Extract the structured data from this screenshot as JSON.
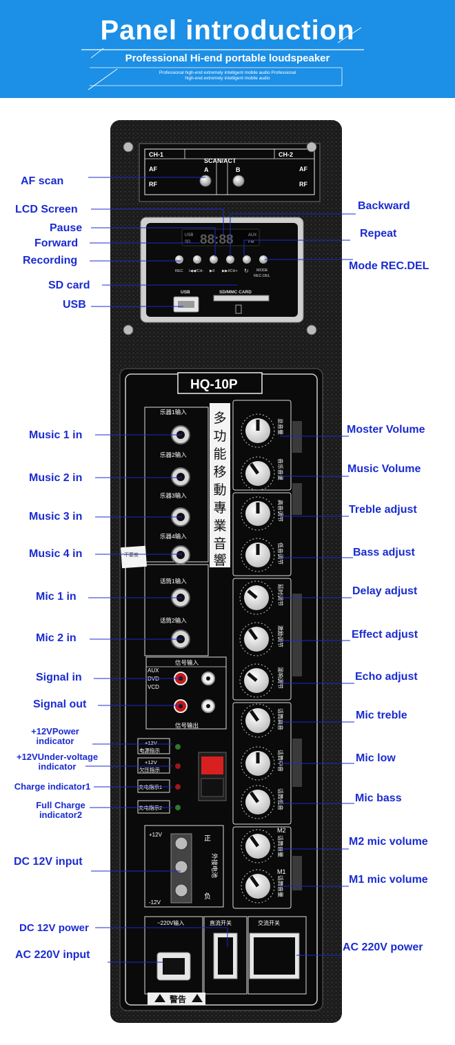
{
  "banner": {
    "title": "Panel introduction",
    "subtitle": "Professional Hi-end portable loudspeaker",
    "small_line1": "Professional high-end extremely intelligent mobile audio Professional",
    "small_line2": "high-end extremely intelligent mobile audio"
  },
  "labels": {
    "af_scan": "AF scan",
    "lcd_screen": "LCD Screen",
    "pause": "Pause",
    "forward": "Forward",
    "recording": "Recording",
    "sd_card": "SD card",
    "usb": "USB",
    "backward": "Backward",
    "repeat": "Repeat",
    "mode_rec_del": "Mode REC.DEL",
    "music1": "Music 1 in",
    "music2": "Music 2 in",
    "music3": "Music 3 in",
    "music4": "Music 4 in",
    "mic1": "Mic 1 in",
    "mic2": "Mic 2 in",
    "signal_in": "Signal in",
    "signal_out": "Signal out",
    "power_ind_1": "+12VPower",
    "power_ind_2": "indicator",
    "under_1": "+12VUnder-voltage",
    "under_2": "indicator",
    "charge1": "Charge indicator1",
    "full_1": "Full Charge",
    "full_2": "indicator2",
    "dc_input": "DC 12V input",
    "dc_power": "DC 12V power",
    "ac_input": "AC 220V input",
    "master_volume": "Moster Volume",
    "music_volume": "Music Volume",
    "treble": "Treble adjust",
    "bass": "Bass adjust",
    "delay": "Delay adjust",
    "effect": "Effect adjust",
    "echo": "Echo adjust",
    "mic_treble": "Mic treble",
    "mic_low": "Mic low",
    "mic_bass": "Mic bass",
    "m2": "M2 mic volume",
    "m1": "M1 mic volume",
    "ac_power": "AC 220V power"
  },
  "panel": {
    "ch1": "CH-1",
    "ch2": "CH-2",
    "scan_act": "SCAN/ACT",
    "a": "A",
    "b": "B",
    "af": "AF",
    "rf": "RF",
    "model": "HQ-10P",
    "usb": "USB",
    "sd_mmc": "SD/MMC CARD",
    "lcd_digits": "88:88",
    "lcd_usb": "USB",
    "lcd_sd": "SD",
    "lcd_aux": "AUX",
    "lcd_fm": "FM",
    "btn_rec": "REC",
    "btn_prev": "I◀◀/CH-",
    "btn_play": "▶II",
    "btn_next": "▶▶I/CH+",
    "btn_repeat": "↻",
    "btn_mode": "MODE",
    "btn_recdel": "REC.DEL",
    "inst1": "乐器1输入",
    "inst2": "乐器2输入",
    "inst3": "乐器3输入",
    "inst4": "乐器4输入",
    "mic1": "话筒1输入",
    "mic2": "话筒2输入",
    "sig_in": "信号输入",
    "sig_out": "信号输出",
    "aux": "AUX",
    "dvd": "DVD",
    "vcd": "VCD",
    "vertical_text": [
      "多",
      "功",
      "能",
      "移",
      "動",
      "專",
      "業",
      "音",
      "響"
    ],
    "k_master": "总音量",
    "k_music": "音乐音量",
    "k_treble": "高音调节",
    "k_bass": "低音调节",
    "k_delay": "延时调节",
    "k_effect": "激励调节",
    "k_echo": "混响调节",
    "k_mtreble": "话筒高音",
    "k_mmid": "话筒中音",
    "k_mlow": "话筒低音",
    "k_m2": "话筒音量",
    "k_m1": "话筒音量",
    "m2": "M2",
    "m1": "M1",
    "ind_12v_a": "+12V",
    "ind_power": "电源指示",
    "ind_12v_b": "+12V",
    "ind_under": "欠压指示",
    "ind_charge1": "充电指示1",
    "ind_charge2": "充电指示2",
    "plus12": "+12V",
    "minus12": "-12V",
    "zheng": "正",
    "fu": "负",
    "ext_batt": "外接电池",
    "ac_in": "~220V输入",
    "dc_switch": "直流开关",
    "ac_switch": "交流开关",
    "warning": "警告",
    "sticker1": "不要发"
  }
}
